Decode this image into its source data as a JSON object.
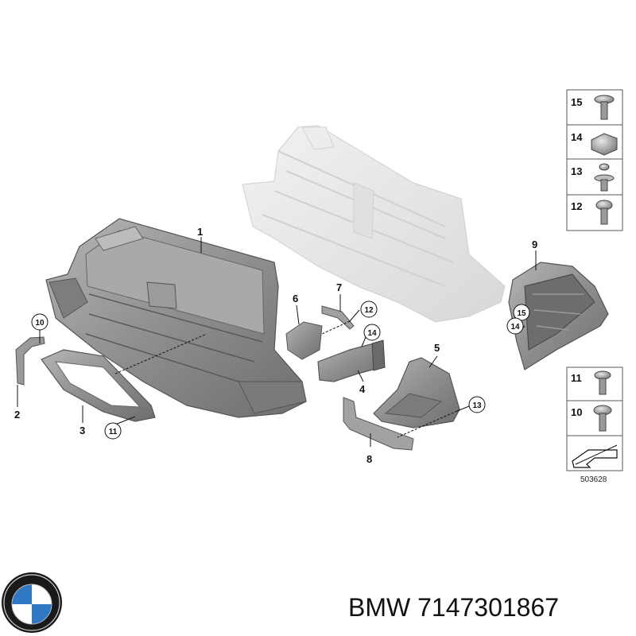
{
  "callouts": {
    "p1": "1",
    "p2": "2",
    "p3": "3",
    "p4": "4",
    "p5": "5",
    "p6": "6",
    "p7": "7",
    "p8": "8",
    "p9": "9",
    "c10": "10",
    "c11": "11",
    "c12": "12",
    "c13": "13",
    "c14a": "14",
    "c14b": "14",
    "c15": "15"
  },
  "fastener_kits": {
    "top": [
      "15",
      "14",
      "13",
      "12"
    ],
    "bottom": [
      "11",
      "10"
    ]
  },
  "reference_number": "503628",
  "brand_caption": "BMW 7147301867",
  "icons": [
    "bmw-logo",
    "arrow-symbol"
  ],
  "colors": {
    "part_fill": "#8c8c8c",
    "ghost_fill": "#e6e6e6",
    "text": "#111111"
  }
}
